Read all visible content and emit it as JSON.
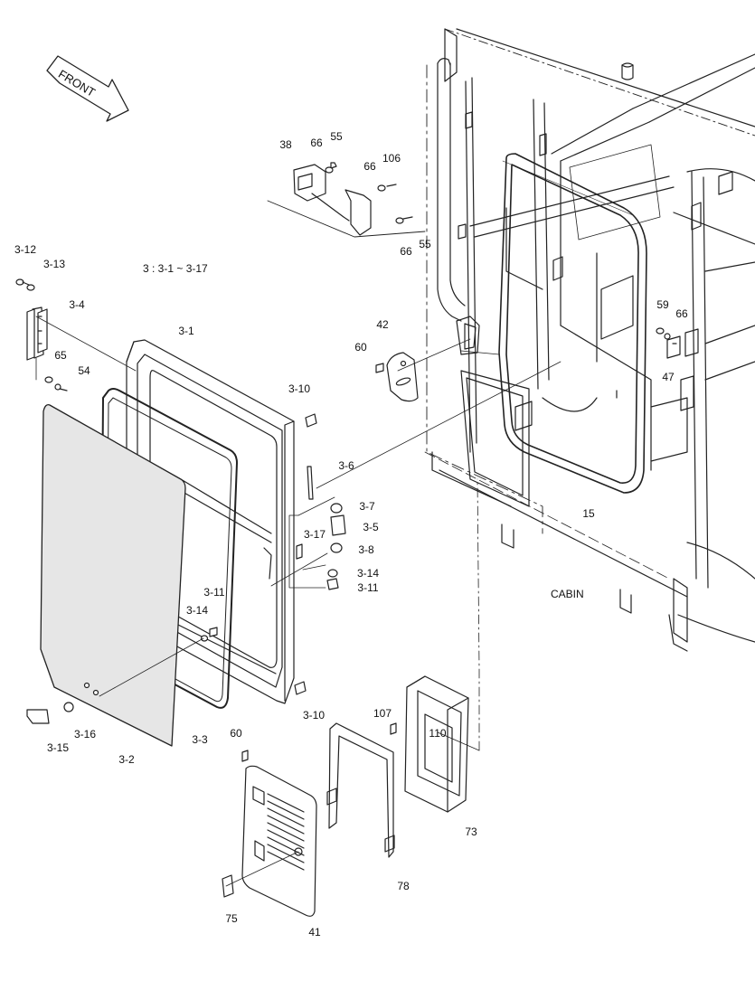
{
  "front_label": "FRONT",
  "cabin_label": "CABIN",
  "note": "3 : 3-1 ~ 3-17",
  "labels": [
    {
      "id": "l-38",
      "text": "38"
    },
    {
      "id": "l-66a",
      "text": "66"
    },
    {
      "id": "l-55a",
      "text": "55"
    },
    {
      "id": "l-66b",
      "text": "66"
    },
    {
      "id": "l-106",
      "text": "106"
    },
    {
      "id": "l-66c",
      "text": "66"
    },
    {
      "id": "l-55b",
      "text": "55"
    },
    {
      "id": "l-3-12",
      "text": "3-12"
    },
    {
      "id": "l-3-13",
      "text": "3-13"
    },
    {
      "id": "l-3-4",
      "text": "3-4"
    },
    {
      "id": "l-65",
      "text": "65"
    },
    {
      "id": "l-54",
      "text": "54"
    },
    {
      "id": "l-3-1",
      "text": "3-1"
    },
    {
      "id": "l-42",
      "text": "42"
    },
    {
      "id": "l-60a",
      "text": "60"
    },
    {
      "id": "l-59",
      "text": "59"
    },
    {
      "id": "l-66d",
      "text": "66"
    },
    {
      "id": "l-47",
      "text": "47"
    },
    {
      "id": "l-3-10a",
      "text": "3-10"
    },
    {
      "id": "l-3-6",
      "text": "3-6"
    },
    {
      "id": "l-3-7",
      "text": "3-7"
    },
    {
      "id": "l-3-5",
      "text": "3-5"
    },
    {
      "id": "l-3-17",
      "text": "3-17"
    },
    {
      "id": "l-3-8",
      "text": "3-8"
    },
    {
      "id": "l-3-14a",
      "text": "3-14"
    },
    {
      "id": "l-3-11a",
      "text": "3-11"
    },
    {
      "id": "l-15",
      "text": "15"
    },
    {
      "id": "l-3-11b",
      "text": "3-11"
    },
    {
      "id": "l-3-14b",
      "text": "3-14"
    },
    {
      "id": "l-3-10b",
      "text": "3-10"
    },
    {
      "id": "l-3-16",
      "text": "3-16"
    },
    {
      "id": "l-3-15",
      "text": "3-15"
    },
    {
      "id": "l-3-2",
      "text": "3-2"
    },
    {
      "id": "l-3-3",
      "text": "3-3"
    },
    {
      "id": "l-107",
      "text": "107"
    },
    {
      "id": "l-110",
      "text": "110"
    },
    {
      "id": "l-60b",
      "text": "60"
    },
    {
      "id": "l-73",
      "text": "73"
    },
    {
      "id": "l-78",
      "text": "78"
    },
    {
      "id": "l-75",
      "text": "75"
    },
    {
      "id": "l-41",
      "text": "41"
    }
  ]
}
